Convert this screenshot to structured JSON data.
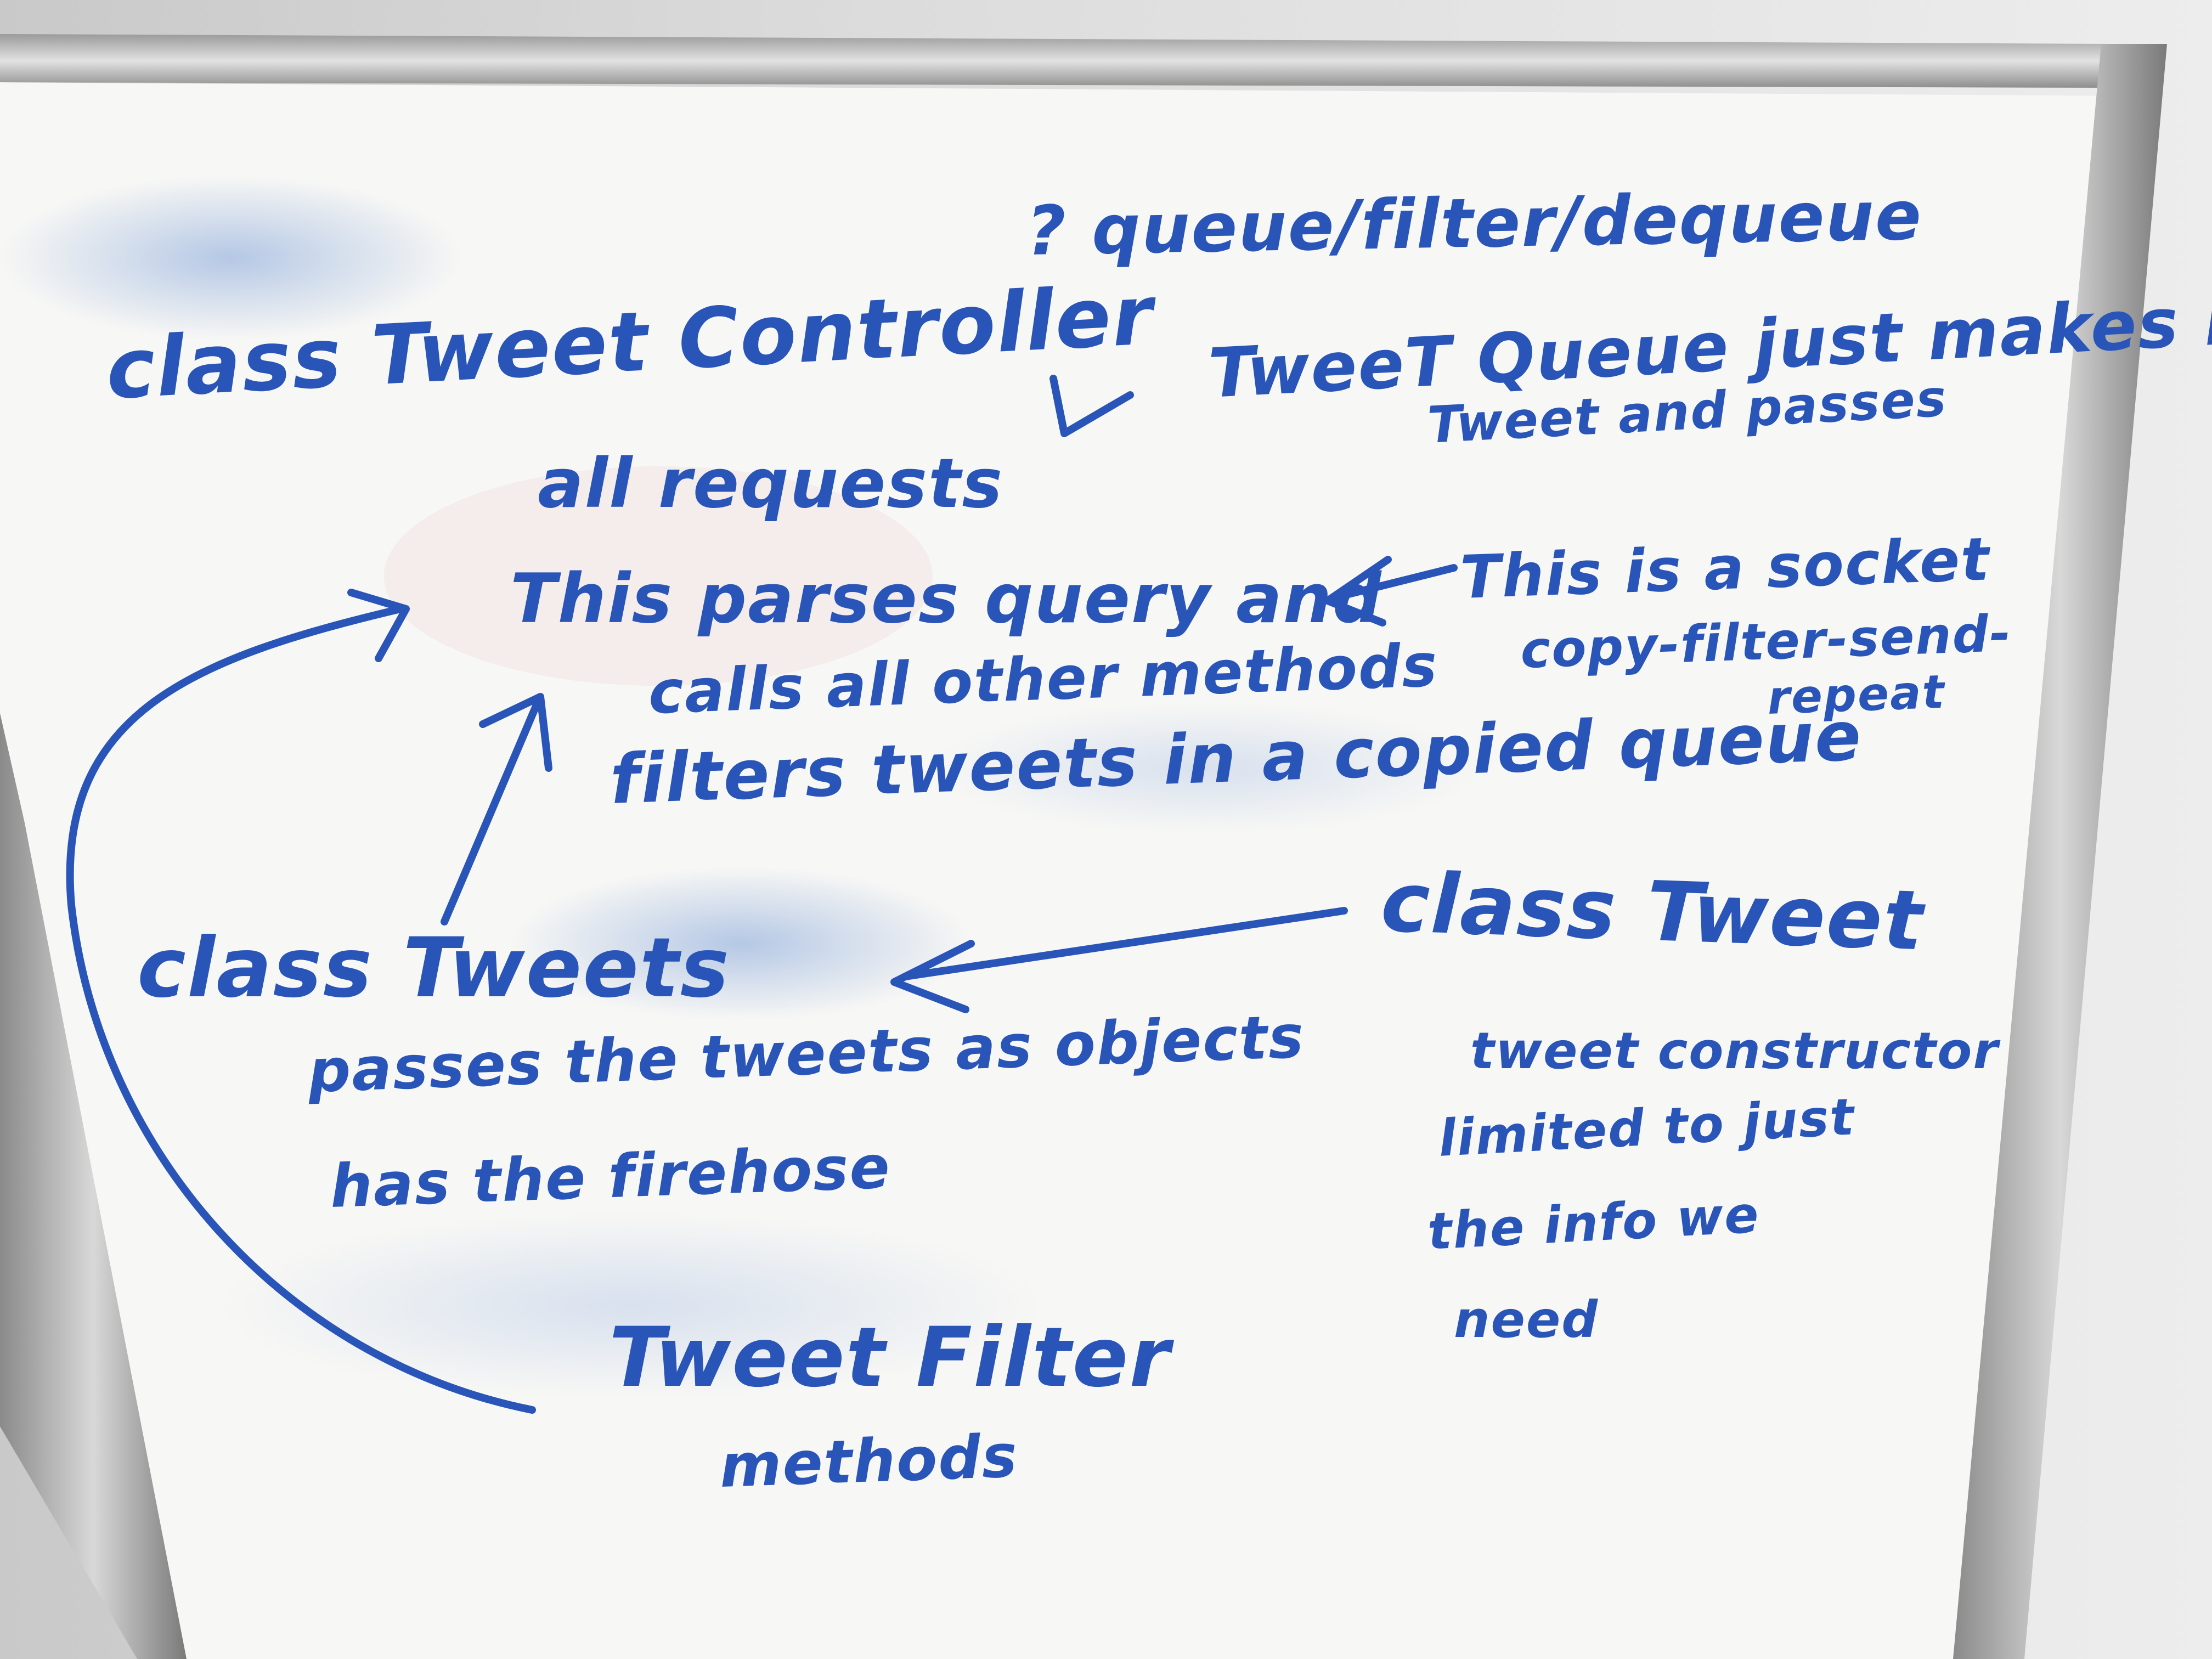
{
  "whiteboard": {
    "ink_color": "#2a55b8",
    "notes": {
      "queue_question": "? queue/filter/dequeue",
      "class_tweet_controller": "class Tweet Controller",
      "all_requests": "all requests",
      "tweetqueue_note_line1": "TweeT Queue just makes new",
      "tweetqueue_note_line2": "Tweet and passes",
      "parses_query": "This parses query and",
      "calls_methods": "calls all other methods",
      "socket_line1": "This is a socket",
      "socket_line2": "copy-filter-send-",
      "socket_line3": "repeat",
      "filters_tweets": "filters tweets in a copied queue",
      "class_tweets": "class Tweets",
      "class_tweet": "class Tweet",
      "passes_objects": "passes the tweets as objects",
      "firehose": "has the firehose",
      "constructor_line1": "tweet constructor",
      "constructor_line2": "limited to just",
      "constructor_line3": "the info we",
      "constructor_line4": "need",
      "tweet_filter": "Tweet Filter",
      "methods": "methods"
    }
  }
}
